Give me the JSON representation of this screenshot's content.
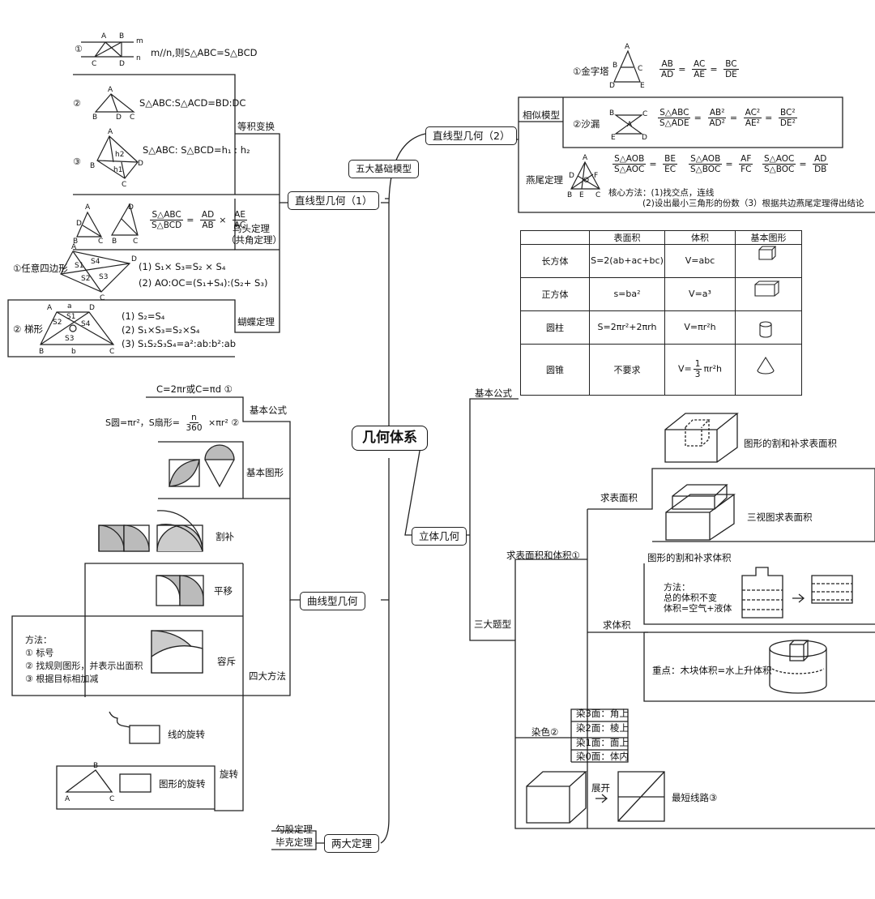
{
  "central": "几何体系",
  "branches": {
    "line1": {
      "title": "直线型几何（1）",
      "sub_equal_area": "等积变换",
      "item1_marker": "①",
      "item1_text": "m//n,则S△ABC=S△BCD",
      "item2_marker": "②",
      "item2_text": "S△ABC:S△ACD=BD:DC",
      "item3_marker": "③",
      "item3_text": "S△ABC: S△BCD=h₁ : h₂",
      "sub_bird": "鸟头定理",
      "sub_bird2": "（共角定理）",
      "bird_f1_num": "S△ABC",
      "bird_f1_den": "S△BCD",
      "bird_f2_num": "AD",
      "bird_f2_den": "AB",
      "bird_f3_num": "AE",
      "bird_f3_den": "AC",
      "sub_butterfly": "蝴蝶定理",
      "quad_label": "①任意四边形",
      "quad_f1": "(1) S₁× S₃=S₂ × S₄",
      "quad_f2": "(2) AO:OC=(S₁+S₄):(S₂+ S₃)",
      "trap_label": "② 梯形",
      "trap_f1": "(1) S₂=S₄",
      "trap_f2": "(2) S₁×S₃=S₂×S₄",
      "trap_f3": "(3)  S₁S₂S₃S₄=a²:ab:b²:ab"
    },
    "five_models": "五大基础模型",
    "line2": {
      "title": "直线型几何（2）",
      "similar": "相似模型",
      "pyramid": "①金字塔",
      "pyr_f1_num": "AB",
      "pyr_f1_den": "AD",
      "pyr_f2_num": "AC",
      "pyr_f2_den": "AE",
      "pyr_f3_num": "BC",
      "pyr_f3_den": "DE",
      "hourglass": "②沙漏",
      "hg_f1_num": "S△ABC",
      "hg_f1_den": "S△ADE",
      "hg_f2_num": "AB²",
      "hg_f2_den": "AD²",
      "hg_f3_num": "AC²",
      "hg_f3_den": "AE²",
      "hg_f4_num": "BC²",
      "hg_f4_den": "DE²",
      "swallowtail": "燕尾定理",
      "sw_f1_num": "S△AOB",
      "sw_f1_den": "S△AOC",
      "sw_f1r_num": "BE",
      "sw_f1r_den": "EC",
      "sw_f2_num": "S△AOB",
      "sw_f2_den": "S△BOC",
      "sw_f2r_num": "AF",
      "sw_f2r_den": "FC",
      "sw_f3_num": "S△AOC",
      "sw_f3_den": "S△BOC",
      "sw_f3r_num": "AD",
      "sw_f3r_den": "DB",
      "core1": "核心方法：(1)找交点，连线",
      "core2": "(2)设出最小三角形的份数（3）根据共边燕尾定理得出结论"
    },
    "curve": {
      "title": "曲线型几何",
      "basic_formula": "基本公式",
      "formula1": "C=2πr或C=πd  ①",
      "formula2_a": "S圆=πr²，S扇形=",
      "formula2_num": "n",
      "formula2_den": "360",
      "formula2_b": "×πr²  ②",
      "basic_shape": "基本图形",
      "four_methods": "四大方法",
      "cut_fill": "割补",
      "translate": "平移",
      "incl_excl": "容斥",
      "method_title": "方法：",
      "method_1": "① 标号",
      "method_2": "② 找规则图形，并表示出面积",
      "method_3": "③ 根据目标相加减",
      "rotation": "旋转",
      "line_rotation": "线的旋转",
      "shape_rotation": "图形的旋转"
    },
    "theorems": {
      "title": "两大定理",
      "pythagoras": "勾股定理",
      "pick": "毕克定理"
    },
    "solid": {
      "title": "立体几何",
      "basic_formula": "基本公式",
      "table_headers": [
        "",
        "表面积",
        "体积",
        "基本图形"
      ],
      "table_rows": [
        {
          "name": "长方体",
          "area": "S=2(ab+ac+bc)",
          "volume": "V=abc"
        },
        {
          "name": "正方体",
          "area": "s=ba²",
          "volume": "V=a³"
        },
        {
          "name": "圆柱",
          "area": "S=2πr²+2πrh",
          "volume": "V=πr²h"
        },
        {
          "name": "圆锥",
          "area": "不要求",
          "volume_a": "V=",
          "volume_num": "1",
          "volume_den": "3",
          "volume_b": "πr²h"
        }
      ],
      "three_types": "三大题型",
      "area_volume": "求表面积和体积①",
      "surface": "求表面积",
      "surface_1": "图形的割和补求表面积",
      "surface_2": "三视图求表面积",
      "volume": "求体积",
      "volume_1": "图形的割和补求体积",
      "vol_method_title": "方法：",
      "vol_method_1": "总的体积不变",
      "vol_method_2": "体积=空气+液体",
      "vol_key": "重点：木块体积=水上升体积",
      "dye": "染色②",
      "dye_items": [
        "染3面：角上",
        "染2面：棱上",
        "染1面：面上",
        "染0面：体内"
      ],
      "unfold": "展开",
      "shortest": "最短线路③"
    }
  }
}
